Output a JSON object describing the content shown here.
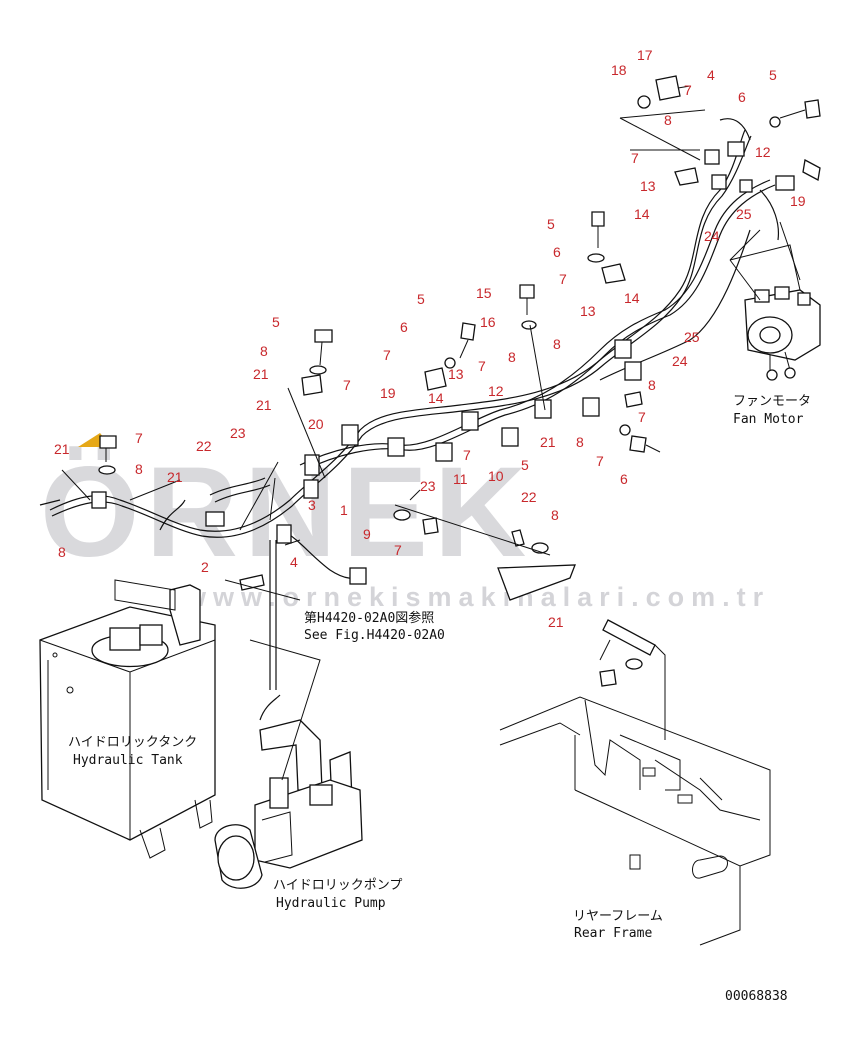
{
  "watermark": {
    "brand": "ÖRNEK",
    "url": "www.ornekismakinalari.com.tr",
    "accent_color": "#e6a817"
  },
  "labels": {
    "fan_motor_jp": "ファンモータ",
    "fan_motor_en": "Fan Motor",
    "hydraulic_tank_jp": "ハイドロリックタンク",
    "hydraulic_tank_en": "Hydraulic Tank",
    "hydraulic_pump_jp": "ハイドロリックポンプ",
    "hydraulic_pump_en": "Hydraulic Pump",
    "rear_frame_jp": "リヤーフレーム",
    "rear_frame_en": "Rear Frame",
    "see_fig_jp": "第H4420-02A0図参照",
    "see_fig_en": "See Fig.H4420-02A0"
  },
  "drawing_number": "00068838",
  "part_number_color": "#c8282c",
  "callouts": [
    "17",
    "18",
    "4",
    "5",
    "7",
    "6",
    "8",
    "12",
    "7",
    "13",
    "25",
    "19",
    "14",
    "24",
    "5",
    "6",
    "7",
    "15",
    "5",
    "16",
    "13",
    "14",
    "25",
    "24",
    "8",
    "6",
    "7",
    "13",
    "8",
    "7",
    "12",
    "14",
    "8",
    "5",
    "8",
    "21",
    "7",
    "19",
    "21",
    "20",
    "22",
    "23",
    "21",
    "7",
    "8",
    "21",
    "8",
    "21",
    "7",
    "8",
    "7",
    "7",
    "6",
    "5",
    "10",
    "11",
    "23",
    "22",
    "8",
    "9",
    "7",
    "4",
    "1",
    "3",
    "2",
    "21"
  ]
}
